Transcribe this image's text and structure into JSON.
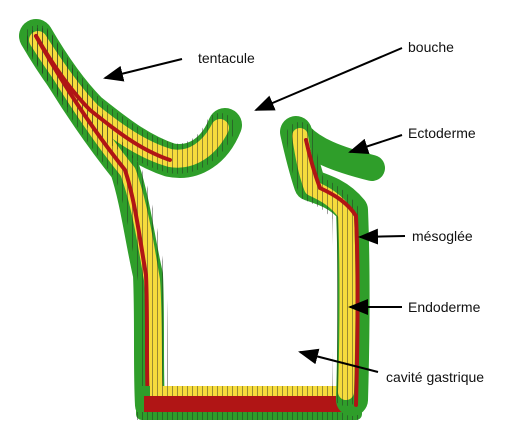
{
  "labels": {
    "tentacule": "tentacule",
    "bouche": "bouche",
    "ectoderme": "Ectoderme",
    "mesoglee": "mésoglée",
    "endoderme": "Endoderme",
    "cavite": "cavité gastrique"
  },
  "colors": {
    "ectoderm": "#2f9e2a",
    "endoderm": "#f6dc3c",
    "mesoglea": "#b01515",
    "stripe": "#222222",
    "arrow": "#000000"
  }
}
